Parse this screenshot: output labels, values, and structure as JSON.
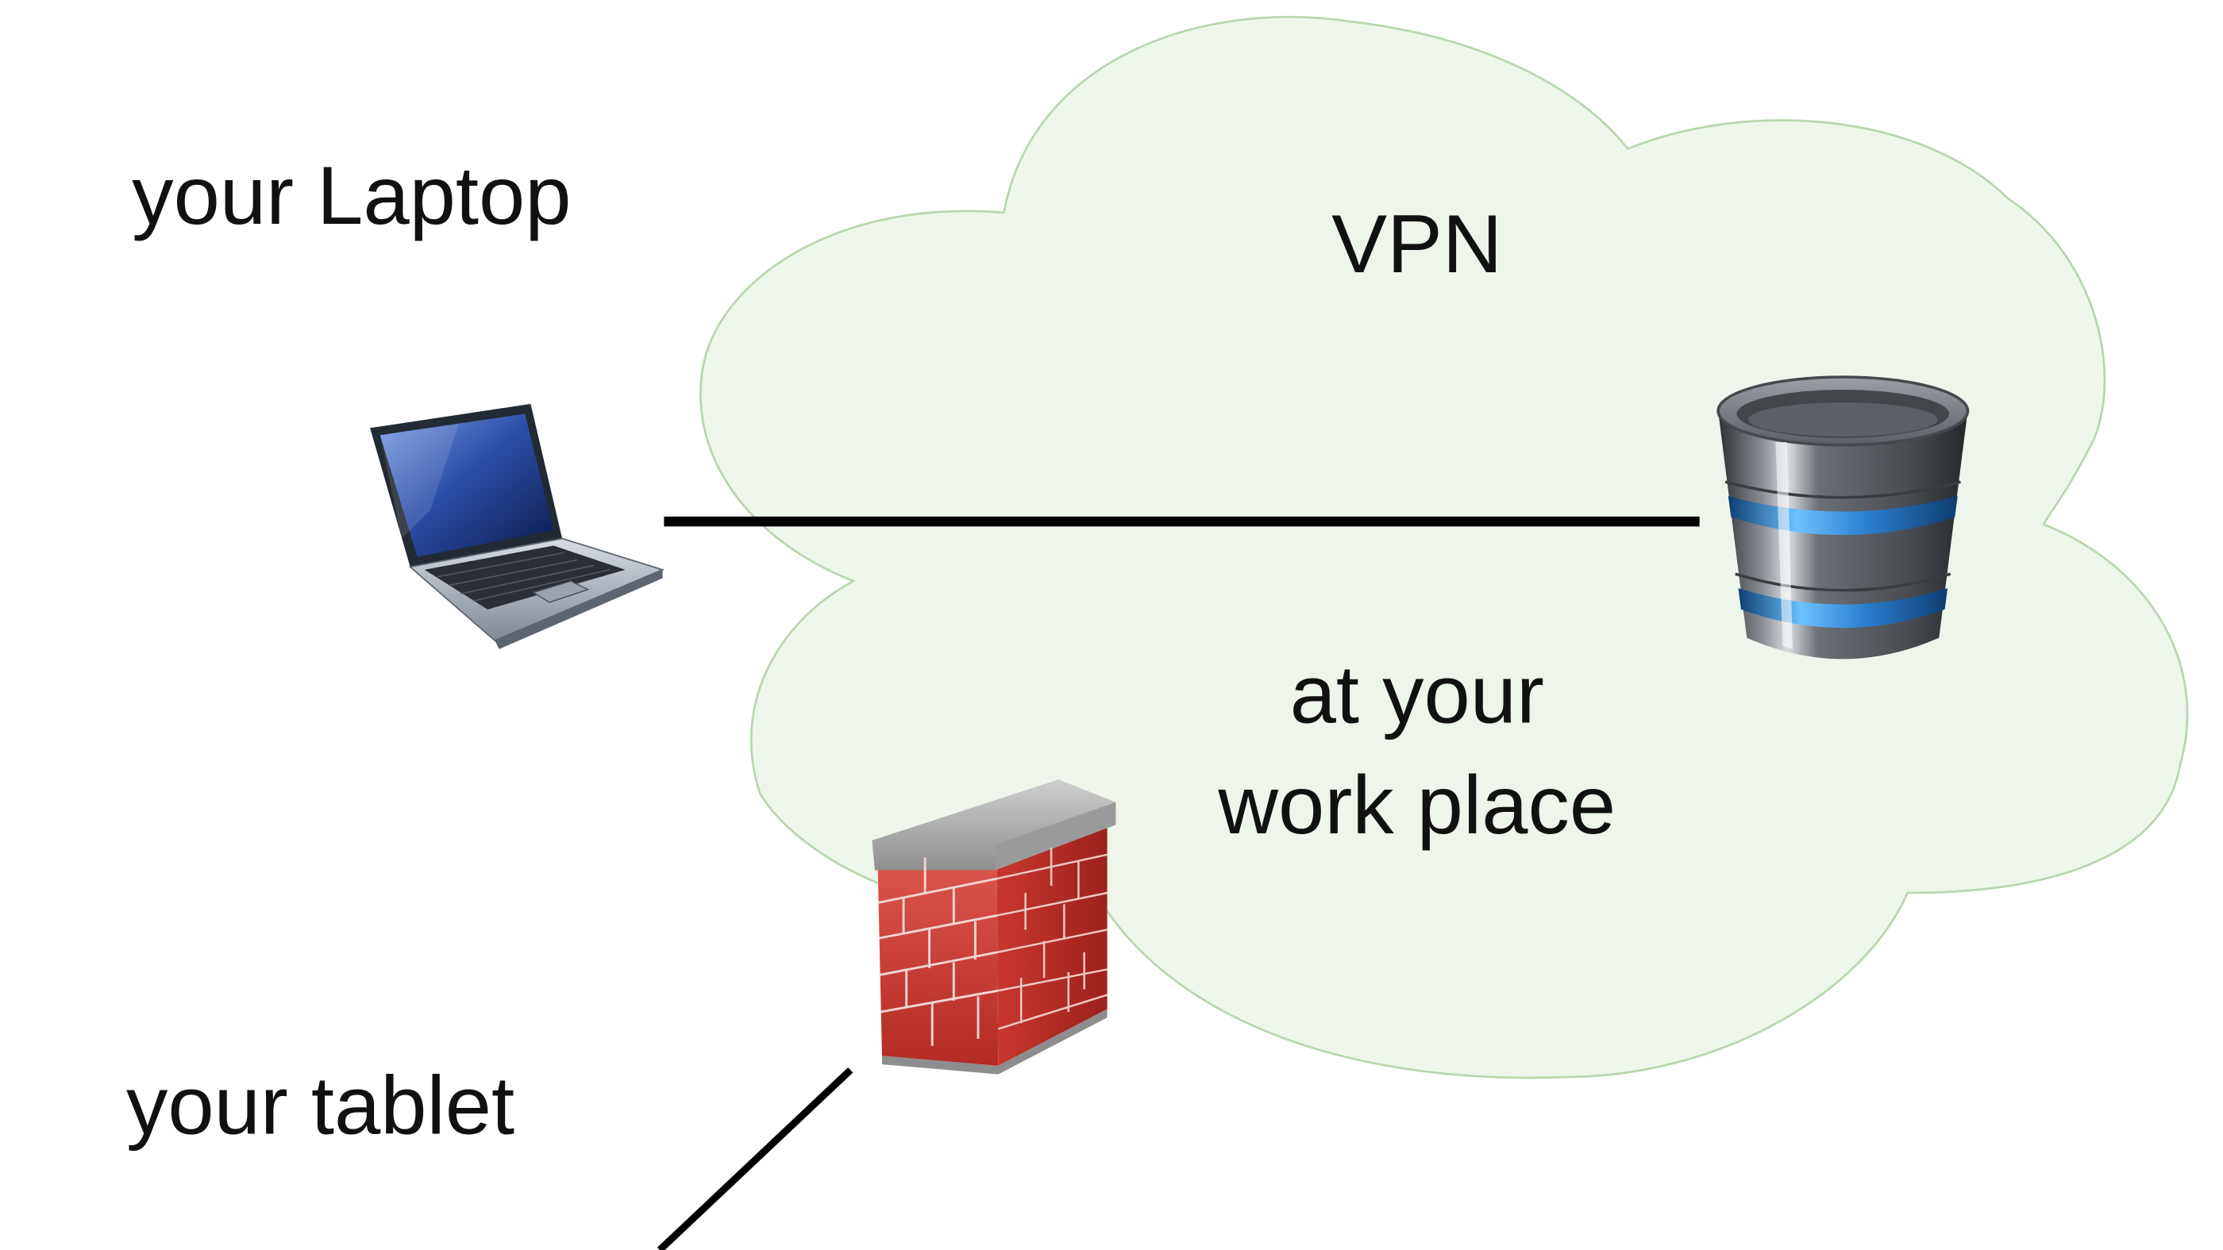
{
  "diagram": {
    "labels": {
      "laptop": "your Laptop",
      "vpn": "VPN",
      "workplace_line1": "at your",
      "workplace_line2": "work place",
      "tablet": "your tablet"
    },
    "icons": {
      "laptop": "laptop-icon",
      "server": "database-server-icon",
      "firewall": "firewall-icon"
    },
    "colors": {
      "cloud_fill": "#eef6ec",
      "cloud_stroke": "#b7d6ad",
      "connection_line": "#000000",
      "database_stripe": "#3d8fd8",
      "brick": "#d23a34"
    }
  }
}
